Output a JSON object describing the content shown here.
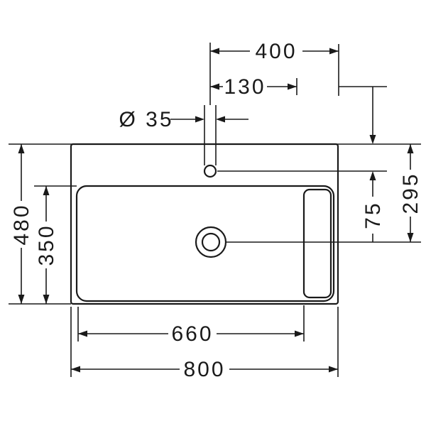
{
  "drawing": {
    "background_color": "#ffffff",
    "line_color": "#1a1a1a",
    "dimensions": {
      "dim_400": "400",
      "dim_130": "130",
      "dim_tap_diameter": "Ø 35",
      "dim_480": "480",
      "dim_350": "350",
      "dim_295": "295",
      "dim_75": "75",
      "dim_660": "660",
      "dim_800": "800"
    }
  }
}
